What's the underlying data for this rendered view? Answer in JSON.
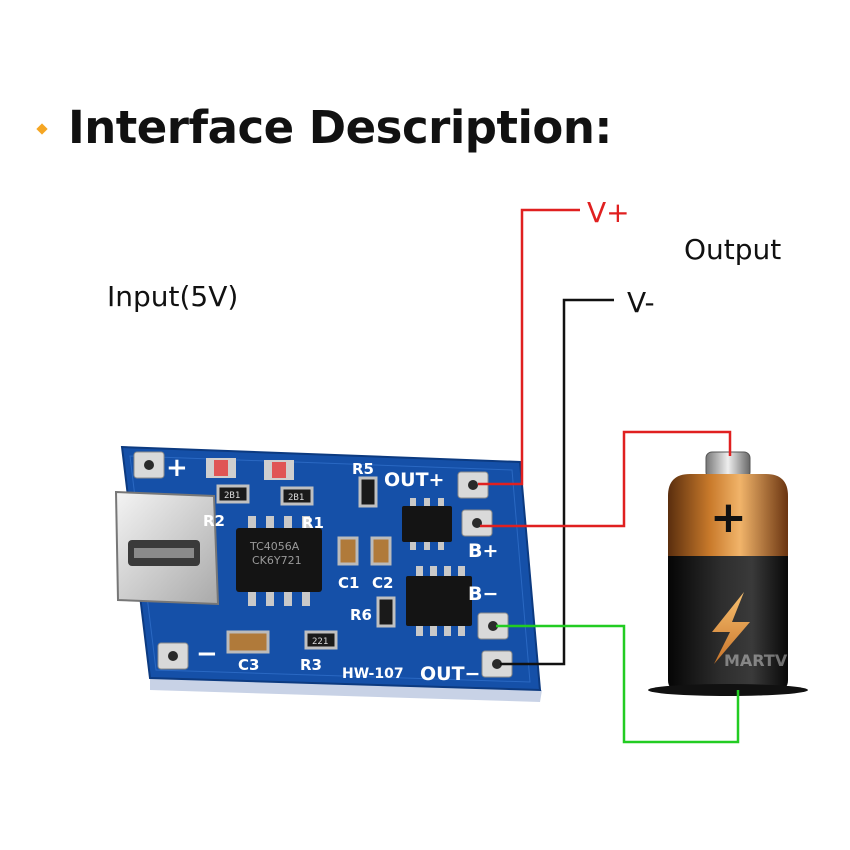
{
  "header": {
    "title": "Interface Description:"
  },
  "labels": {
    "input": "Input(5V)",
    "output": "Output",
    "vplus": "V+",
    "vminus": "V-"
  },
  "board": {
    "pin_out_plus": "OUT+",
    "pin_b_plus": "B+",
    "pin_b_minus": "B−",
    "pin_out_minus": "OUT−",
    "plus_mark": "+",
    "minus_mark": "−",
    "model": "HW-107",
    "chip_label_1": "TC4056A",
    "chip_label_2": "CK6Y721",
    "ref_r2": "R2",
    "ref_r1": "R1",
    "ref_r5": "R5",
    "ref_c1": "C1",
    "ref_c2": "C2",
    "ref_r6": "R6",
    "ref_c3": "C3",
    "ref_r3": "R3",
    "res_code_1": "2B1",
    "res_code_2": "2B1",
    "res_code_3": "221"
  },
  "battery": {
    "plus_symbol": "+"
  },
  "watermark": {
    "text": "MARTVIEW"
  },
  "colors": {
    "wire_red": "#e02020",
    "wire_black": "#111111",
    "wire_green": "#22cc22",
    "pcb_blue": "#1550a8",
    "bullet_orange": "#f5a623"
  }
}
